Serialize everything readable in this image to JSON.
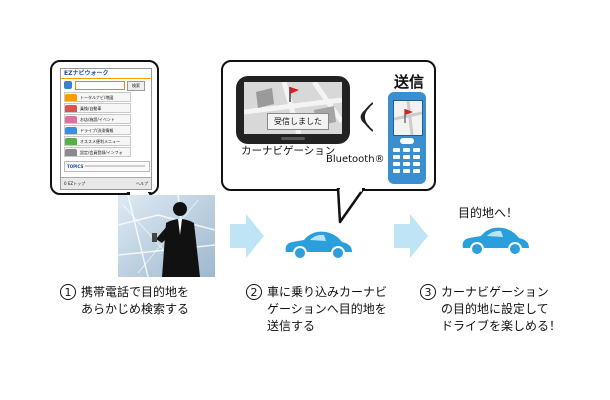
{
  "steps": [
    {
      "number": "1",
      "line1": "携帯電話で目的地を",
      "line2": "あらかじめ検索する"
    },
    {
      "number": "2",
      "line1": "車に乗り込みカーナビ",
      "line2": "ゲーションへ目的地を",
      "line3": "送信する"
    },
    {
      "number": "3",
      "line1": "カーナビゲーション",
      "line2": "の目的地に設定して",
      "line3": "ドライブを楽しめる！"
    }
  ],
  "phone_screen": {
    "app_title": "EZナビウォーク",
    "search_button": "検索",
    "menu": [
      "トータルナビ/地図",
      "乗換/自動車",
      "お店/施設/イベント",
      "ドライブ/渋滞情報",
      "オススメ便利メニュー",
      "設定/会員登録/インフォ"
    ],
    "topics_label": "TOPICS",
    "footer_left": "0 EZトップ",
    "footer_right": "ヘルプ"
  },
  "transfer_panel": {
    "received_text": "受信しました",
    "car_nav_label": "カーナビゲーション",
    "bluetooth_label": "Bluetooth®",
    "send_label": "送信"
  },
  "destination_label": "目的地へ！",
  "colors": {
    "car": "#2b9fdc",
    "arrow": "#bfe4f5",
    "phone_body": "#3a8fd0",
    "flag": "#d62020"
  }
}
